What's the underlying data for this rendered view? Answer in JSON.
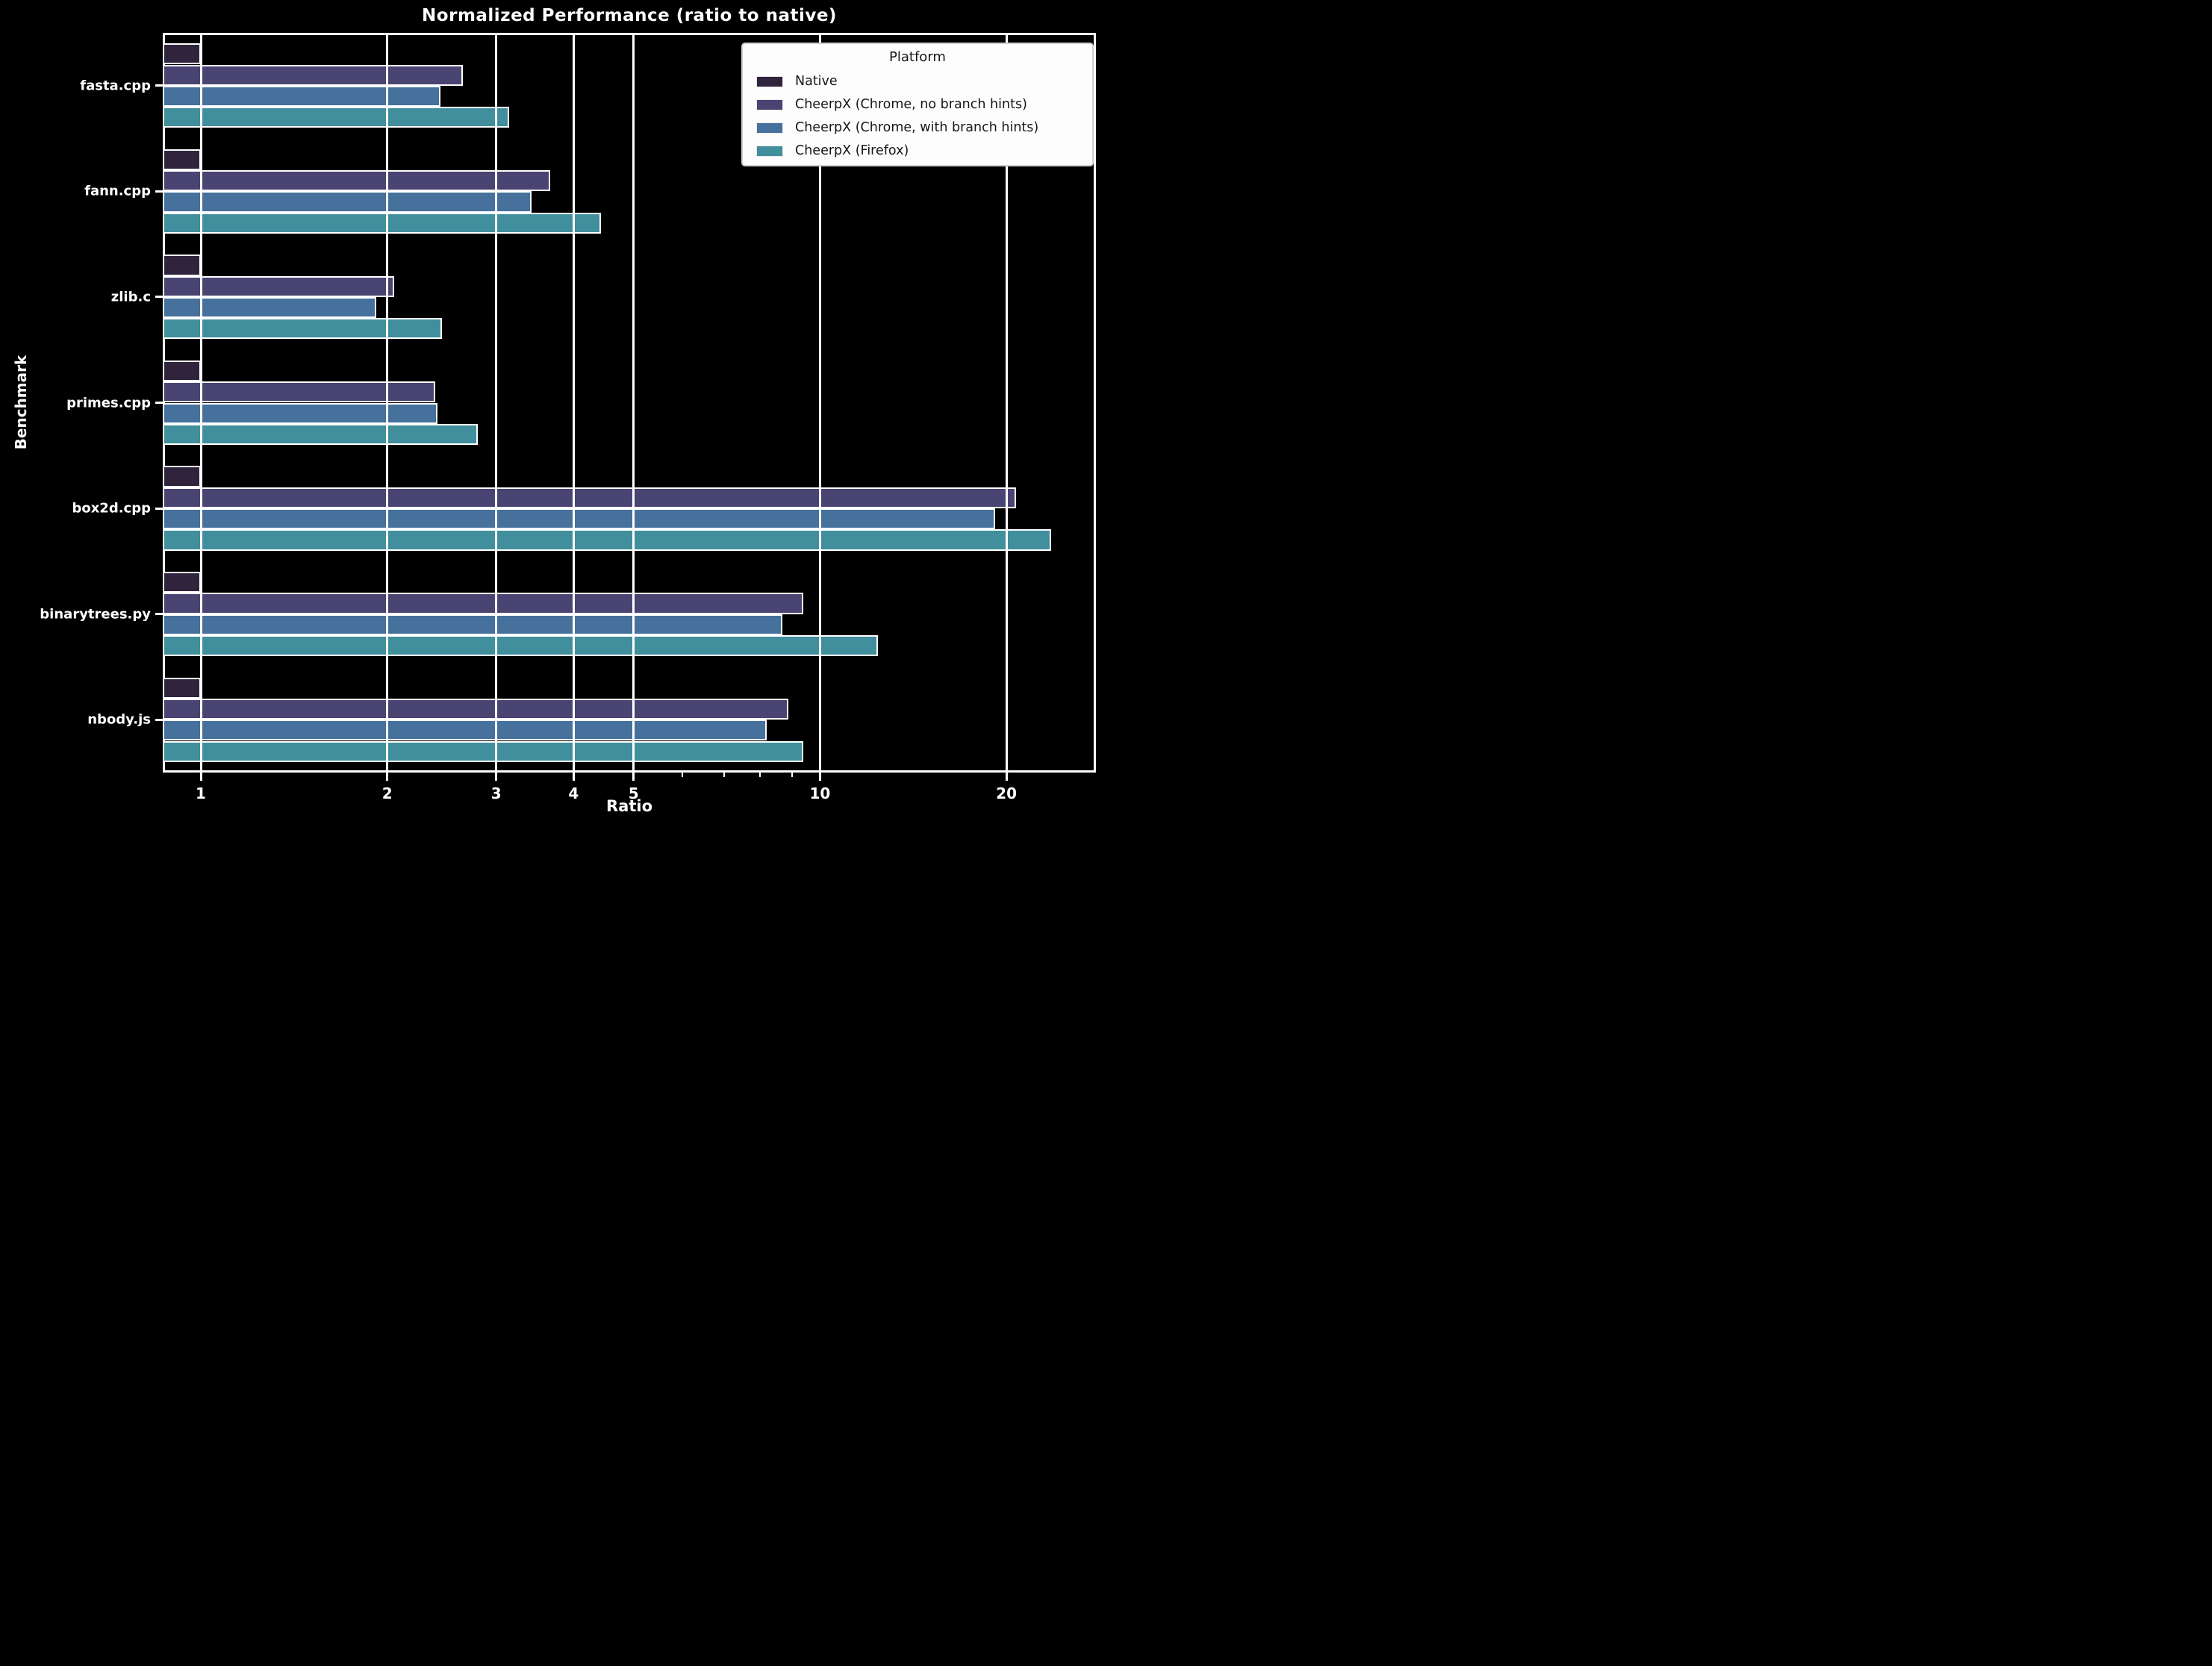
{
  "chart_data": {
    "type": "bar",
    "orientation": "horizontal",
    "title": "Normalized Performance (ratio to native)",
    "xlabel": "Ratio",
    "ylabel": "Benchmark",
    "xscale": "log",
    "xlim": [
      0.868,
      27.9
    ],
    "xticks": [
      1,
      2,
      3,
      4,
      5,
      10,
      20
    ],
    "xticks_minor": [
      6,
      7,
      8,
      9
    ],
    "grid": "on",
    "categories": [
      "fasta.cpp",
      "fann.cpp",
      "zlib.c",
      "primes.cpp",
      "box2d.cpp",
      "binarytrees.py",
      "nbody.js"
    ],
    "series": [
      {
        "name": "Native",
        "color": "#30243d",
        "values": [
          1.0,
          1.0,
          1.0,
          1.0,
          1.0,
          1.0,
          1.0
        ]
      },
      {
        "name": "CheerpX (Chrome, no branch hints)",
        "color": "#4a4473",
        "values": [
          2.65,
          3.67,
          2.05,
          2.39,
          20.7,
          9.4,
          8.9
        ]
      },
      {
        "name": "CheerpX (Chrome, with branch hints)",
        "color": "#46719c",
        "values": [
          2.44,
          3.42,
          1.92,
          2.41,
          19.2,
          8.7,
          8.2
        ]
      },
      {
        "name": "CheerpX (Firefox)",
        "color": "#418f9c",
        "values": [
          3.15,
          4.43,
          2.45,
          2.8,
          23.6,
          12.4,
          9.4
        ]
      }
    ],
    "legend": {
      "title": "Platform",
      "position": "upper right"
    },
    "colors": {
      "background": "#000000",
      "text": "#ffffff",
      "gridline": "#ffffff",
      "bar_edge": "#ffffff",
      "legend_background": "#fdfdfd",
      "legend_text": "#161616"
    }
  }
}
